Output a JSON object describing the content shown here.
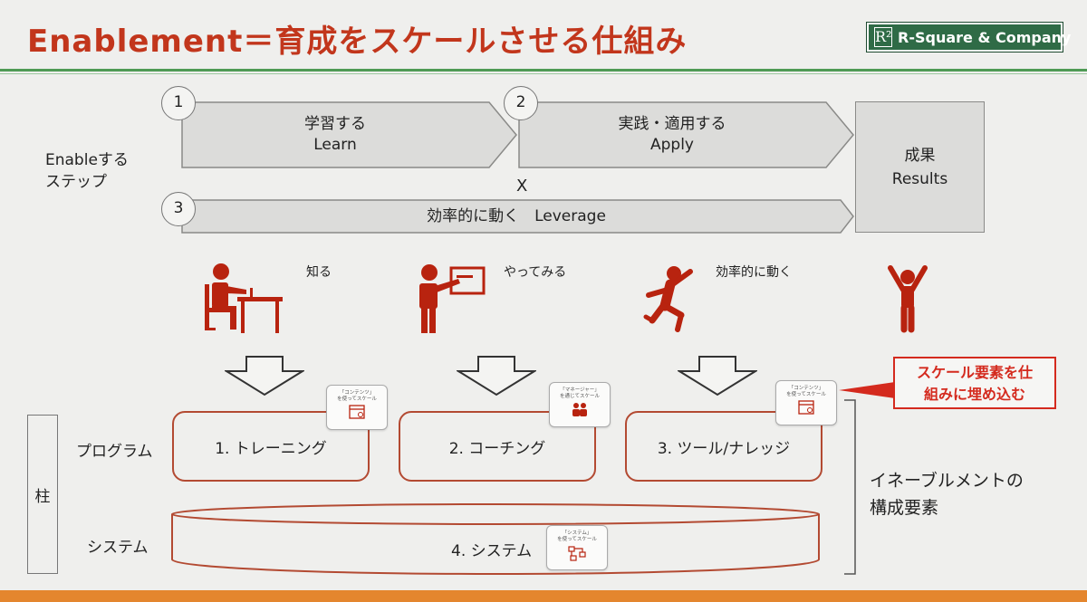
{
  "title": "Enablement＝育成をスケールさせる仕組み",
  "logo": {
    "mark": "R²",
    "text": "R-Square & Company",
    "color": "#2f6b46"
  },
  "steps_label": [
    "Enableする",
    "ステップ"
  ],
  "steps": [
    {
      "num": "1",
      "jp": "学習する",
      "en": "Learn"
    },
    {
      "num": "2",
      "jp": "実践・適用する",
      "en": "Apply"
    },
    {
      "num": "3",
      "jp": "効率的に動く　Leverage"
    }
  ],
  "times_symbol": "X",
  "results": {
    "jp": "成果",
    "en": "Results"
  },
  "figures": [
    {
      "label": "知る",
      "icon": "studying-person-icon"
    },
    {
      "label": "やってみる",
      "icon": "presenting-person-icon"
    },
    {
      "label": "効率的に動く",
      "icon": "running-person-icon"
    },
    {
      "label": "",
      "icon": "cheering-person-icon"
    }
  ],
  "callout": [
    "スケール要素を仕",
    "組みに埋め込む"
  ],
  "pillar": "柱",
  "rows": {
    "program": "プログラム",
    "system": "システム"
  },
  "programs": [
    {
      "label": "1. トレーニング",
      "badge": "「コンテンツ」\nを使ってスケール"
    },
    {
      "label": "2. コーチング",
      "badge": "「マネージャー」\nを通じてスケール"
    },
    {
      "label": "3. ツール/ナレッジ",
      "badge": "「コンテンツ」\nを使ってスケール"
    }
  ],
  "system": {
    "label": "4. システム",
    "badge": "「システム」\nを使ってスケール"
  },
  "components_label": [
    "イネーブルメントの",
    "構成要素"
  ],
  "colors": {
    "accent_red": "#c2361c",
    "figure_red": "#b8230f",
    "green_rule": "#4f9a55",
    "orange_bar": "#e4862e"
  }
}
